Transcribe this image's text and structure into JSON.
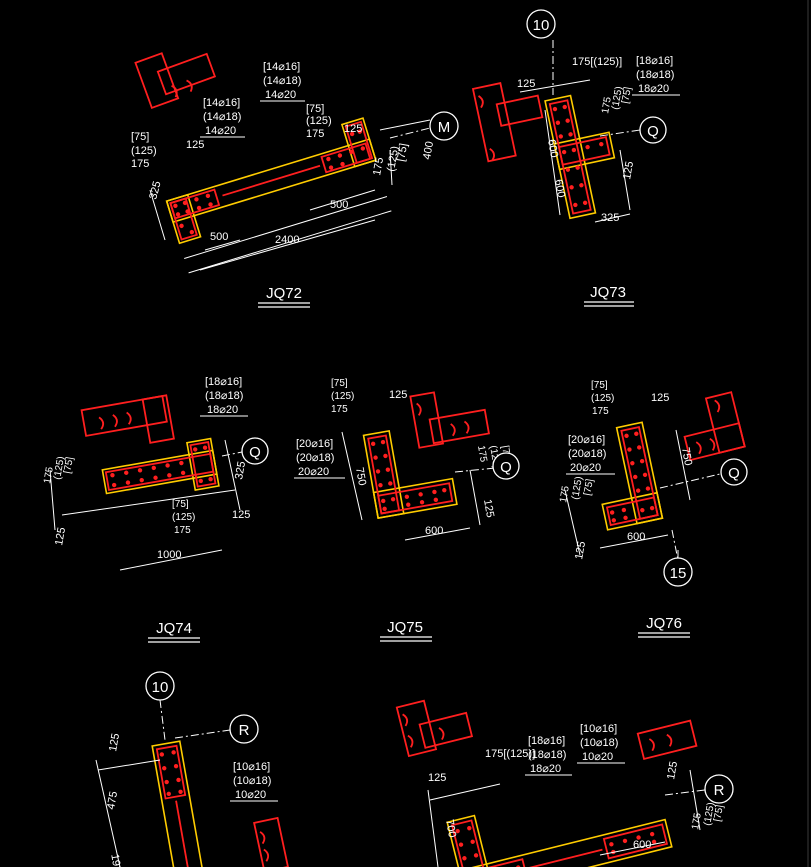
{
  "colors": {
    "background": "#000000",
    "steel": "#ff1f1f",
    "outline": "#ffcc00",
    "text": "#ffffff"
  },
  "titles": {
    "jq72": "JQ72",
    "jq73": "JQ73",
    "jq74": "JQ74",
    "jq75": "JQ75",
    "jq76": "JQ76"
  },
  "axes": {
    "a10_top": "10",
    "m": "M",
    "q73": "Q",
    "q74": "Q",
    "q75": "Q",
    "q76": "Q",
    "a15": "15",
    "a10_bottom": "10",
    "r_left": "R",
    "r_right": "R"
  },
  "rebar_notes": {
    "jq72_a": [
      "[14⌀16]",
      "(14⌀18)",
      "14⌀20"
    ],
    "jq72_b": [
      "[14⌀16]",
      "(14⌀18)",
      "14⌀20"
    ],
    "jq73": [
      "[18⌀16]",
      "(18⌀18)",
      "18⌀20"
    ],
    "jq74": [
      "[18⌀16]",
      "(18⌀18)",
      "18⌀20"
    ],
    "jq75": [
      "[20⌀16]",
      "(20⌀18)",
      "20⌀20"
    ],
    "jq76": [
      "[20⌀16]",
      "(20⌀18)",
      "20⌀20"
    ],
    "jq77": [
      "[10⌀16]",
      "(10⌀18)",
      "10⌀20"
    ],
    "jq78_a": [
      "[18⌀16]",
      "(18⌀18)",
      "18⌀20"
    ],
    "jq78_b": [
      "[10⌀16]",
      "(10⌀18)",
      "10⌀20"
    ]
  },
  "dims": {
    "jq72": {
      "d75": "[75]",
      "d125p": "(125)",
      "d175": "175",
      "d125": "125",
      "d325": "325",
      "d500a": "500",
      "d2400": "2400",
      "d500b": "500",
      "d75b": "[75]",
      "d125pb": "(125)",
      "d175b": "175",
      "d125c": "125",
      "d400": "400",
      "d75c": "[75]",
      "d125pc": "(125)",
      "d175c": "175"
    },
    "jq73": {
      "d125": "125",
      "d175": "175[(125)]",
      "d600a": "600",
      "d600b": "600",
      "d75": "[75]",
      "d125p": "(125)",
      "d175b": "175",
      "d125b": "125",
      "d325": "325"
    },
    "jq74": {
      "d75": "[75]",
      "d125p": "(125)",
      "d175": "175",
      "d125": "125",
      "d325": "325",
      "d75b": "[75]",
      "d125pb": "(125)",
      "d175b": "175",
      "d125b": "125",
      "d1000": "1000"
    },
    "jq75": {
      "d75": "[75]",
      "d125p": "(125)",
      "d175": "175",
      "d125": "125",
      "d750": "750",
      "d600": "600",
      "d75b": "[75]",
      "d125pb": "(125)",
      "d175b": "175",
      "d125b": "125"
    },
    "jq76": {
      "d75": "[75]",
      "d125p": "(125)",
      "d175": "175",
      "d125": "125",
      "d750": "750",
      "d600": "600",
      "d75b": "[75]",
      "d125pb": "(125)",
      "d175b": "175",
      "d125b": "125"
    },
    "jq77": {
      "d125": "125",
      "d475": "475",
      "d192": "192"
    },
    "jq78": {
      "d125": "125",
      "d175": "175[(125)]",
      "d700": "700",
      "d600": "600",
      "d125b": "125",
      "d75": "[75]",
      "d125p": "(125)",
      "d175b": "175"
    }
  }
}
